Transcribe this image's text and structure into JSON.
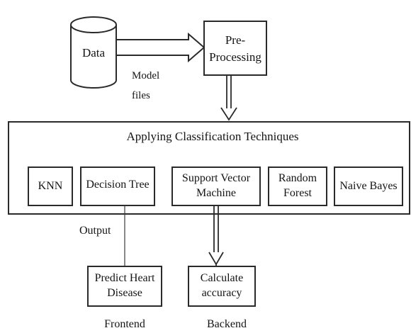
{
  "nodes": {
    "data": "Data",
    "preprocessing_line1": "Pre-",
    "preprocessing_line2": "Processing",
    "container_title": "Applying Classification Techniques",
    "knn": "KNN",
    "decision_tree": "Decision Tree",
    "svm_line1": "Support Vector",
    "svm_line2": "Machine",
    "random_forest_line1": "Random",
    "random_forest_line2": "Forest",
    "naive_bayes": "Naive Bayes",
    "predict_line1": "Predict Heart",
    "predict_line2": "Disease",
    "accuracy_line1": "Calculate",
    "accuracy_line2": "accuracy"
  },
  "labels": {
    "model_files_line1": "Model",
    "model_files_line2": "files",
    "output": "Output",
    "frontend": "Frontend",
    "backend": "Backend"
  },
  "colors": {
    "stroke": "#2a2a2a",
    "box_fill": "#ffffff",
    "text": "#141414"
  }
}
